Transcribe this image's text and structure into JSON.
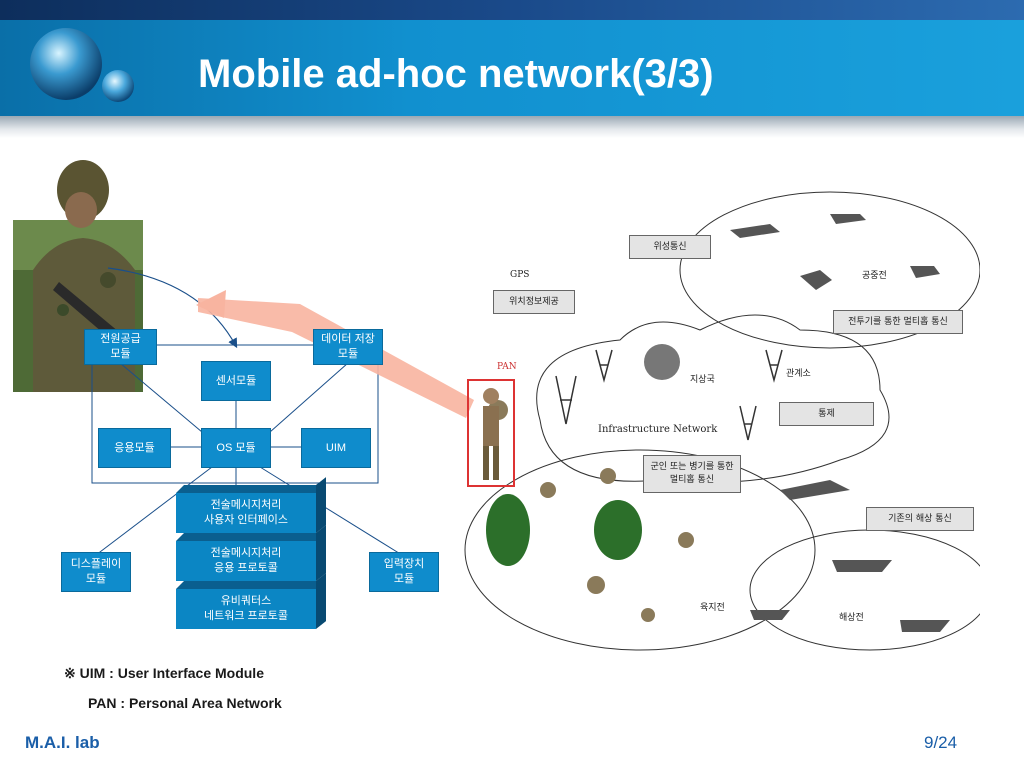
{
  "header": {
    "title": "Mobile ad-hoc network(3/3)"
  },
  "diagram": {
    "power": "전원공급\n모듈",
    "storage": "데이터 저장\n모듈",
    "sensor": "센서모듈",
    "app": "응용모듈",
    "os": "OS 모듈",
    "uim": "UIM",
    "display": "디스플레이\n모듈",
    "input": "입력장치\n모듈",
    "stack1": "전술메시지처리\n사용자 인터페이스",
    "stack2": "전술메시지처리\n응용 프로토콜",
    "stack3": "유비쿼터스\n네트워크 프로토콜"
  },
  "network": {
    "satellite": "위성통신",
    "gps": "GPS",
    "gps_info": "위치정보제공",
    "air": "공중전",
    "relay_comm": "전투기를 통한 멀티홉 통신",
    "pan": "PAN",
    "station": "지상국",
    "relay": "관계소",
    "infra": "Infrastructure Network",
    "control": "통제",
    "ground_multihop": "군인 또는 병기를 통한\n멀티홉 통신",
    "maritime_comm": "기존의 해상 통신",
    "ground": "육지전",
    "sea": "해상전"
  },
  "notes": {
    "line1": "※  UIM : User Interface Module",
    "line2": "PAN : Personal Area Network"
  },
  "footer": {
    "lab": "M.A.I. lab",
    "page": "9/24"
  }
}
